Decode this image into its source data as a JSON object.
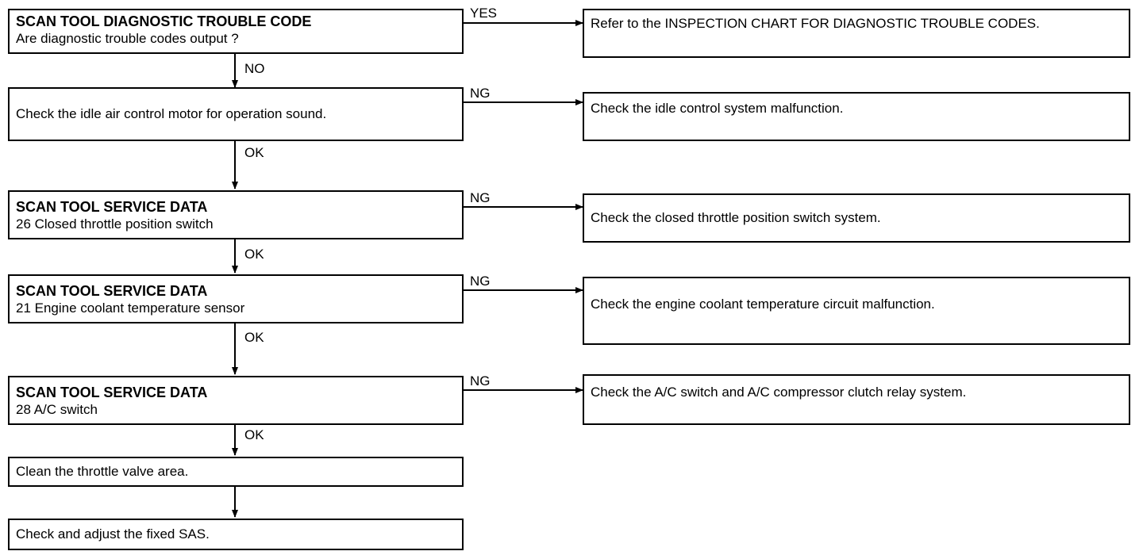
{
  "flowchart": {
    "steps": [
      {
        "heading": "SCAN TOOL DIAGNOSTIC TROUBLE CODE",
        "text": "Are diagnostic trouble codes output ?"
      },
      {
        "heading": "",
        "text": "Check the idle air control motor for operation sound."
      },
      {
        "heading": "SCAN TOOL SERVICE DATA",
        "text": "26 Closed throttle position switch"
      },
      {
        "heading": "SCAN TOOL SERVICE DATA",
        "text": "21 Engine coolant temperature sensor"
      },
      {
        "heading": "SCAN TOOL SERVICE DATA",
        "text": "28 A/C switch"
      },
      {
        "heading": "",
        "text": "Clean the throttle valve area."
      },
      {
        "heading": "",
        "text": "Check and adjust the fixed SAS."
      }
    ],
    "outcomes": [
      {
        "text": "Refer to the INSPECTION CHART FOR DIAGNOSTIC TROUBLE CODES."
      },
      {
        "text": "Check the idle control system malfunction."
      },
      {
        "text": "Check the closed throttle position switch system."
      },
      {
        "text": "Check the engine coolant temperature circuit malfunction."
      },
      {
        "text": "Check the A/C switch and A/C compressor clutch relay system."
      }
    ],
    "branch_labels": [
      "YES",
      "NG",
      "NG",
      "NG",
      "NG"
    ],
    "down_labels": [
      "NO",
      "OK",
      "OK",
      "OK",
      "OK"
    ]
  }
}
